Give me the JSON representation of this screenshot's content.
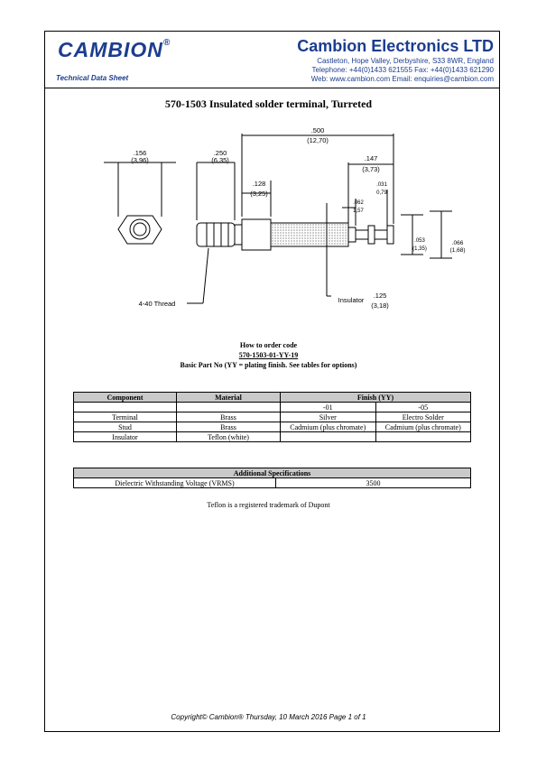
{
  "header": {
    "logo_text": "CAMBION",
    "logo_mark": "®",
    "tagline": "Technical Data Sheet",
    "company": "Cambion Electronics LTD",
    "address": "Castleton, Hope Valley, Derbyshire, S33 8WR, England",
    "phone": "Telephone: +44(0)1433 621555  Fax: +44(0)1433 621290",
    "web": "Web: www.cambion.com Email: enquiries@cambion.com"
  },
  "title": "570-1503 Insulated solder terminal, Turreted",
  "drawing": {
    "dim_hex_in": ".156",
    "dim_hex_mm": "(3,96)",
    "dim_thread_in": ".250",
    "dim_thread_mm": "(6,35)",
    "dim_overall_in": ".500",
    "dim_overall_mm": "(12,70)",
    "dim_mid_in": ".128",
    "dim_mid_mm": "(3,25)",
    "dim_turret_in": ".147",
    "dim_turret_mm": "(3,73)",
    "dim_groove_in": ".062",
    "dim_groove_mm": "1,57",
    "dim_top_in": ".031",
    "dim_top_mm": "0,79",
    "dim_small_dia_in": ".053",
    "dim_small_dia_mm": "(1,35)",
    "dim_dia_in": ".066",
    "dim_dia_mm": "(1,68)",
    "thread_label": "4-40 Thread",
    "insulator_label": "Insulator",
    "insulator_in": ".125",
    "insulator_mm": "(3,18)"
  },
  "order": {
    "heading": "How to order code",
    "code": "570-1503-01-YY-19",
    "basic": "Basic Part No (YY = plating finish. See tables for options)"
  },
  "table1": {
    "headers": [
      "Component",
      "Material",
      "Finish (YY)"
    ],
    "finish_codes": [
      "-01",
      "-05"
    ],
    "rows": [
      [
        "Terminal",
        "Brass",
        "Silver",
        "Electro Solder"
      ],
      [
        "Stud",
        "Brass",
        "Cadmium (plus chromate)",
        "Cadmium (plus chromate)"
      ],
      [
        "Insulator",
        "Teflon (white)",
        "",
        ""
      ]
    ]
  },
  "table2": {
    "heading": "Additional Specifications",
    "row_label": "Dielectric Withstanding Voltage (VRMS)",
    "row_value": "3500"
  },
  "note": "Teflon is a registered trademark of Dupont",
  "footer": "Copyright© Cambion® Thursday, 10 March 2016 Page 1 of 1",
  "colors": {
    "brand": "#1c3d8f",
    "table_header": "#c9c9c9"
  }
}
